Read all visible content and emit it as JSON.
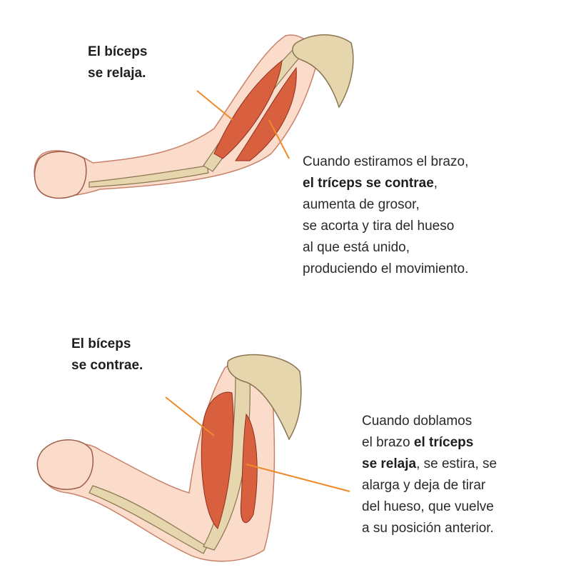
{
  "top": {
    "label_line1": "El bíceps",
    "label_line2": "se relaja.",
    "desc": {
      "line1": "Cuando estiramos el brazo,",
      "line2_bold": "el tríceps se contrae",
      "line2_rest": ",",
      "line3": "aumenta de grosor,",
      "line4": "se acorta y tira del hueso",
      "line5": "al que está unido,",
      "line6": "produciendo el movimiento."
    }
  },
  "bottom": {
    "label_line1": "El bíceps",
    "label_line2": "se contrae.",
    "desc": {
      "line1": "Cuando doblamos",
      "line2_pre": "el brazo ",
      "line2_bold": "el tríceps",
      "line3_bold": "se relaja",
      "line3_rest": ", se estira, se",
      "line4": "alarga y deja de tirar",
      "line5": "del hueso, que vuelve",
      "line6": "a su posición anterior."
    }
  },
  "colors": {
    "pointer": "#EE8A2A",
    "skin": "#FBDCCB",
    "bone": "#E6D6AE",
    "muscle": "#D9603F"
  }
}
